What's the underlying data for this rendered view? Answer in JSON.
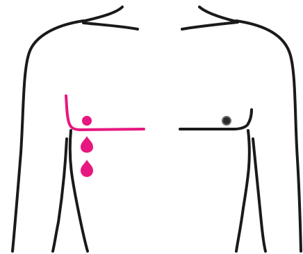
{
  "colors": {
    "outline": "#1a1a1a",
    "highlight": "#e6187f",
    "nipple_fill": "#2a2a2a",
    "nipple_ring": "#6a6a6a",
    "background": "#ffffff"
  },
  "figure": {
    "subject": "male-torso-front-outline",
    "affected_side": "right-breast-post-mastectomy",
    "markers": {
      "count": 3,
      "shapes": [
        "dot",
        "droplet",
        "droplet"
      ]
    }
  }
}
